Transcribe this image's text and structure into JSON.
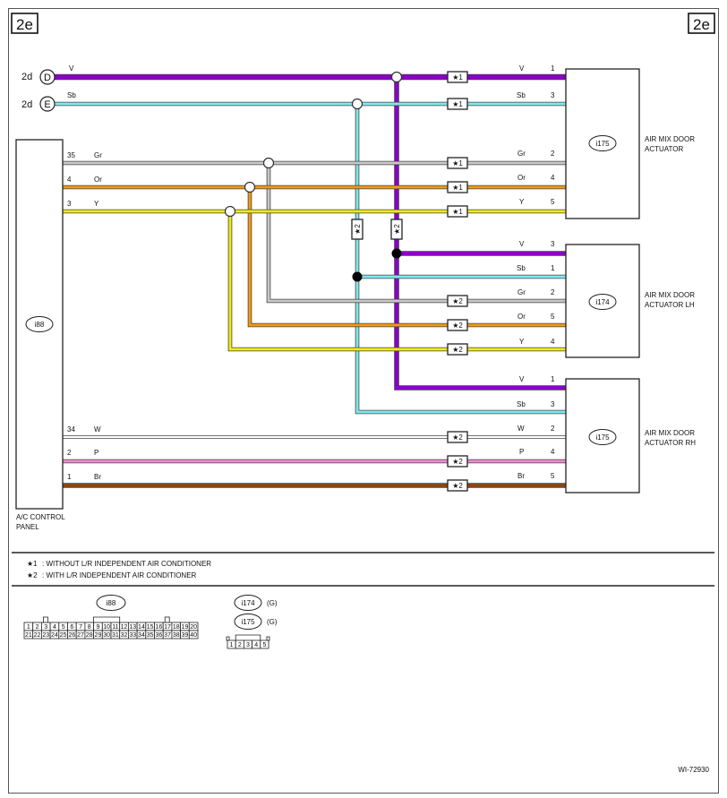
{
  "page_labels": {
    "corner": "2e",
    "doc_id": "WI-72930"
  },
  "colors": {
    "V": "#8a00c8",
    "Sb": "#7ee9ee",
    "Gr": "#c8c8c8",
    "Or": "#f09a10",
    "Y": "#f2ec10",
    "W": "#ffffff",
    "P": "#f28ad2",
    "Br": "#8a4612"
  },
  "sources": [
    {
      "page": "2d",
      "letter": "D",
      "color": "V"
    },
    {
      "page": "2d",
      "letter": "E",
      "color": "Sb"
    }
  ],
  "panel": {
    "label_line1": "A/C CONTROL",
    "label_line2": "PANEL",
    "connector": "i88"
  },
  "panel_pins": [
    {
      "pin": "35",
      "color": "Gr"
    },
    {
      "pin": "4",
      "color": "Or"
    },
    {
      "pin": "3",
      "color": "Y"
    },
    {
      "pin": "34",
      "color": "W"
    },
    {
      "pin": "2",
      "color": "P"
    },
    {
      "pin": "1",
      "color": "Br"
    }
  ],
  "actuators": [
    {
      "connector": "i175",
      "name_line1": "AIR MIX DOOR",
      "name_line2": "ACTUATOR",
      "pins": [
        {
          "color": "V",
          "pin": "1"
        },
        {
          "color": "Sb",
          "pin": "3"
        },
        {
          "color": "Gr",
          "pin": "2"
        },
        {
          "color": "Or",
          "pin": "4"
        },
        {
          "color": "Y",
          "pin": "5"
        }
      ]
    },
    {
      "connector": "i174",
      "name_line1": "AIR MIX DOOR",
      "name_line2": "ACTUATOR LH",
      "pins": [
        {
          "color": "V",
          "pin": "3"
        },
        {
          "color": "Sb",
          "pin": "1"
        },
        {
          "color": "Gr",
          "pin": "2"
        },
        {
          "color": "Or",
          "pin": "5"
        },
        {
          "color": "Y",
          "pin": "4"
        }
      ]
    },
    {
      "connector": "i175",
      "name_line1": "AIR MIX DOOR",
      "name_line2": "ACTUATOR  RH",
      "pins": [
        {
          "color": "V",
          "pin": "1"
        },
        {
          "color": "Sb",
          "pin": "3"
        },
        {
          "color": "W",
          "pin": "2"
        },
        {
          "color": "P",
          "pin": "4"
        },
        {
          "color": "Br",
          "pin": "5"
        }
      ]
    }
  ],
  "variant_tags": {
    "v1": "★1",
    "v2": "★2"
  },
  "notes": [
    {
      "mark": "★1",
      "text": ": WITHOUT L/R INDEPENDENT AIR CONDITIONER"
    },
    {
      "mark": "★2",
      "text": ": WITH L/R INDEPENDENT AIR CONDITIONER"
    }
  ],
  "connector_views": {
    "i88": {
      "label": "i88",
      "row1": [
        "1",
        "2",
        "3",
        "4",
        "5",
        "6",
        "7",
        "8",
        "9",
        "10",
        "11",
        "12",
        "13",
        "14",
        "15",
        "16",
        "17",
        "18",
        "19",
        "20"
      ],
      "row2": [
        "21",
        "22",
        "23",
        "24",
        "25",
        "26",
        "27",
        "28",
        "29",
        "30",
        "31",
        "32",
        "33",
        "34",
        "35",
        "36",
        "37",
        "38",
        "39",
        "40"
      ]
    },
    "small": {
      "labels": [
        "i174",
        "i175"
      ],
      "code": "(G)",
      "pins": [
        "1",
        "2",
        "3",
        "4",
        "5"
      ]
    }
  }
}
